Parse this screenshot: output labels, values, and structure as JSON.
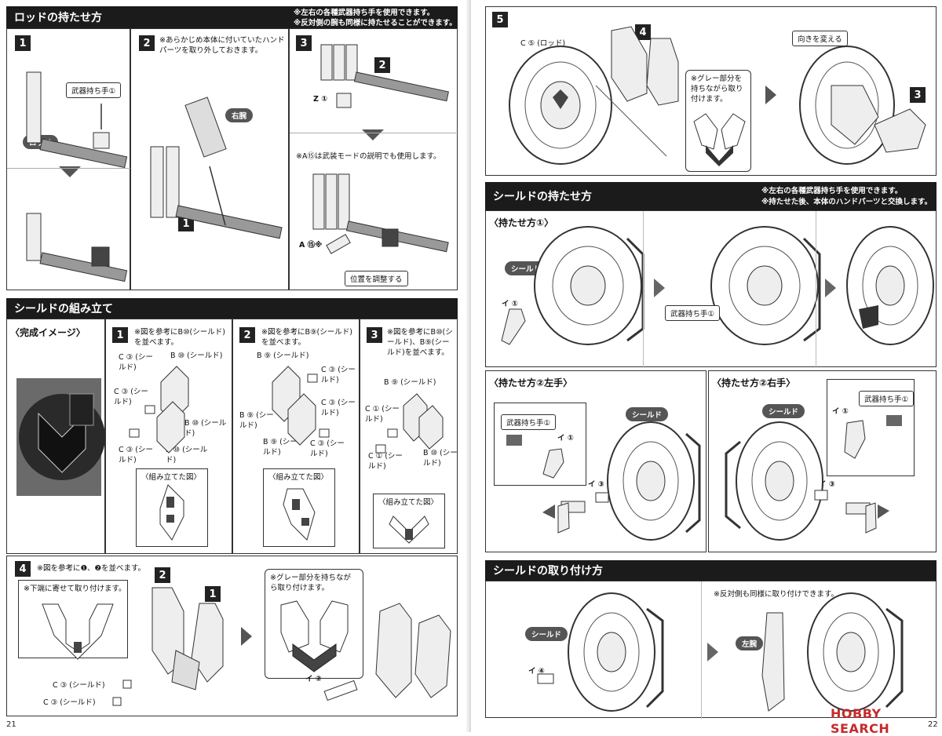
{
  "rod": {
    "title": "ロッドの持たせ方",
    "notes": [
      "※左右の各種武器持ち手を使用できます。",
      "※反対側の腕も同様に持たせることができます。"
    ],
    "step1": {
      "num": "1",
      "weapon_hand": "武器持ち手①",
      "rod": "ロッド"
    },
    "step2": {
      "num": "2",
      "text": "※あらかじめ本体に付いていたハンドパーツを取り外しておきます。",
      "right_arm": "右腕",
      "part": "1"
    },
    "step3": {
      "num": "3",
      "part2": "2",
      "z_label": "Z ①",
      "note": "※A⑮は武装モードの説明でも使用します。",
      "a_label": "A ⑮※",
      "adjust": "位置を調整する"
    }
  },
  "shield_assembly": {
    "title": "シールドの組み立て",
    "finish_label": "〈完成イメージ〉",
    "step1": {
      "num": "1",
      "text": "※図を参考にB⑩(シールド)を並べます。",
      "labels": [
        "C ③ (シールド)",
        "B ⑩ (シールド)",
        "C ③ (シールド)",
        "B ⑩ (シールド)",
        "C ③ (シールド)",
        "B ⑩ (シールド)"
      ],
      "diagram": "〈組み立てた図〉"
    },
    "step2": {
      "num": "2",
      "text": "※図を参考にB⑨(シールド)を並べます。",
      "labels": [
        "B ⑨ (シールド)",
        "C ③ (シールド)",
        "C ③ (シールド)",
        "B ⑨ (シールド)",
        "B ⑨ (シールド)",
        "C ③ (シールド)"
      ],
      "diagram": "〈組み立てた図〉"
    },
    "step3": {
      "num": "3",
      "text": "※図を参考にB⑩(シールド)、B⑨(シールド)を並べます。",
      "labels": [
        "B ⑨ (シールド)",
        "C ① (シールド)",
        "C ① (シールド)",
        "B ⑩ (シールド)"
      ],
      "diagram": "〈組み立てた図〉"
    },
    "step4": {
      "num": "4",
      "text": "※図を参考に❶、❷を並べます。",
      "inset": "※下端に寄せて取り付けます。",
      "labels": [
        "C ③ (シールド)",
        "C ③ (シールド)"
      ],
      "grey_note": "※グレー部分を持ちながら取り付けます。",
      "i_label": "イ ②",
      "p1": "1",
      "p2": "2"
    }
  },
  "step5": {
    "num": "5",
    "c_label": "C ⑤ (ロッド)",
    "p4": "4",
    "grey_note": "※グレー部分を持ちながら取り付けます。",
    "turn": "向きを変える",
    "p3": "3"
  },
  "shield_hold": {
    "title": "シールドの持たせ方",
    "notes": [
      "※左右の各種武器持ち手を使用できます。",
      "※持たせた後、本体のハンドパーツと交換します。"
    ],
    "method1": {
      "title": "〈持たせ方①〉",
      "shield": "シールド",
      "i_label": "イ ①",
      "weapon_hand": "武器持ち手①"
    },
    "method2_left": {
      "title": "〈持たせ方②左手〉",
      "weapon_hand": "武器持ち手①",
      "i1": "イ ①",
      "shield": "シールド",
      "i3": "イ ③"
    },
    "method2_right": {
      "title": "〈持たせ方②右手〉",
      "shield": "シールド",
      "i1": "イ ①",
      "weapon_hand": "武器持ち手①",
      "i3": "イ ③"
    }
  },
  "shield_attach": {
    "title": "シールドの取り付け方",
    "shield": "シールド",
    "i4": "イ ④",
    "note": "※反対側も同様に取り付けできます。",
    "left_arm": "左腕"
  },
  "pages": {
    "left": "21",
    "right": "22"
  },
  "watermark": "HOBBY SEARCH"
}
